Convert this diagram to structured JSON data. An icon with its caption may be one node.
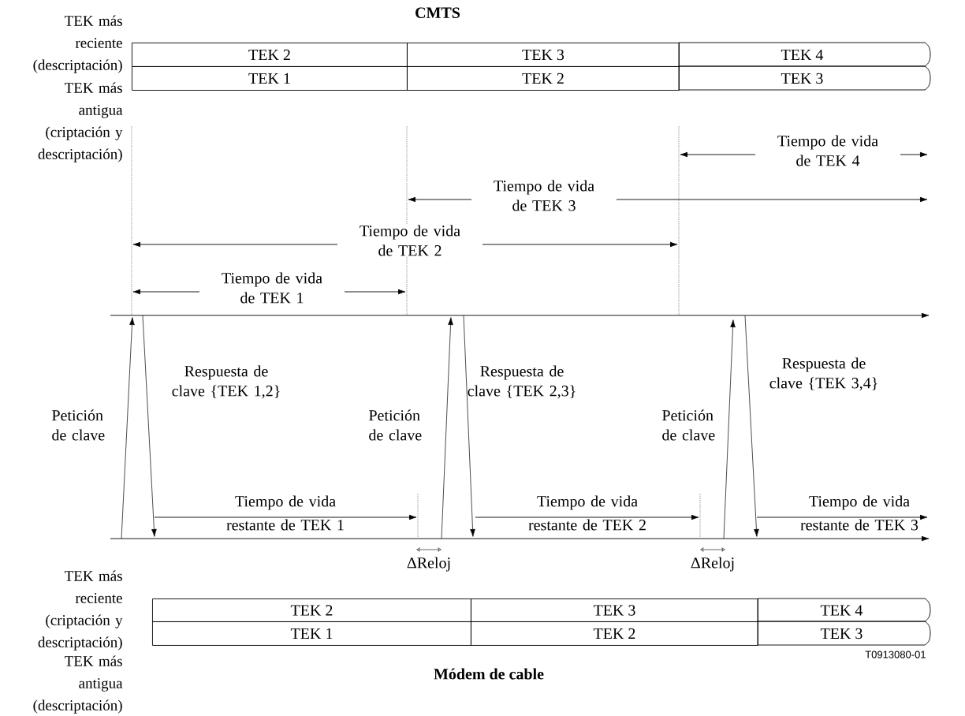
{
  "diagram": {
    "nodes": [
      {
        "text": [
          "TEK 2"
        ]
      },
      {
        "text": [
          "TEK 3"
        ]
      },
      {
        "text": [
          "TEK 4"
        ]
      },
      {
        "text": [
          "TEK 1"
        ]
      },
      {
        "text": [
          "TEK 2"
        ]
      },
      {
        "text": [
          "TEK 3"
        ]
      },
      {
        "text": [
          "TEK 2"
        ]
      },
      {
        "text": [
          "TEK 3"
        ]
      },
      {
        "text": [
          "TEK 4"
        ]
      },
      {
        "text": [
          "TEK 1"
        ]
      },
      {
        "text": [
          "TEK 2"
        ]
      },
      {
        "text": [
          "TEK 3"
        ]
      }
    ],
    "labels": [
      "CMTS",
      "TEK más reciente (descriptación)",
      "TEK más antigua (criptación y descriptación)",
      "Tiempo de vida de TEK 4",
      "Tiempo de vida de TEK 3",
      "Tiempo de vida de TEK 2",
      "Tiempo de vida de TEK 1",
      "Respuesta de clave {TEK 1,2}",
      "Respuesta de clave {TEK 2,3}",
      "Respuesta de clave {TEK 3,4}",
      "Petición de clave",
      "Petición de clave",
      "Petición de clave",
      "Tiempo de vida restante de TEK 1",
      "Tiempo de vida restante de TEK 2",
      "Tiempo de vida restante de TEK 3",
      "ΔReloj",
      "ΔReloj",
      "TEK más reciente (criptación y descriptación)",
      "TEK más antigua (descriptación)",
      "Módem de cable",
      "T0913080-01"
    ]
  }
}
